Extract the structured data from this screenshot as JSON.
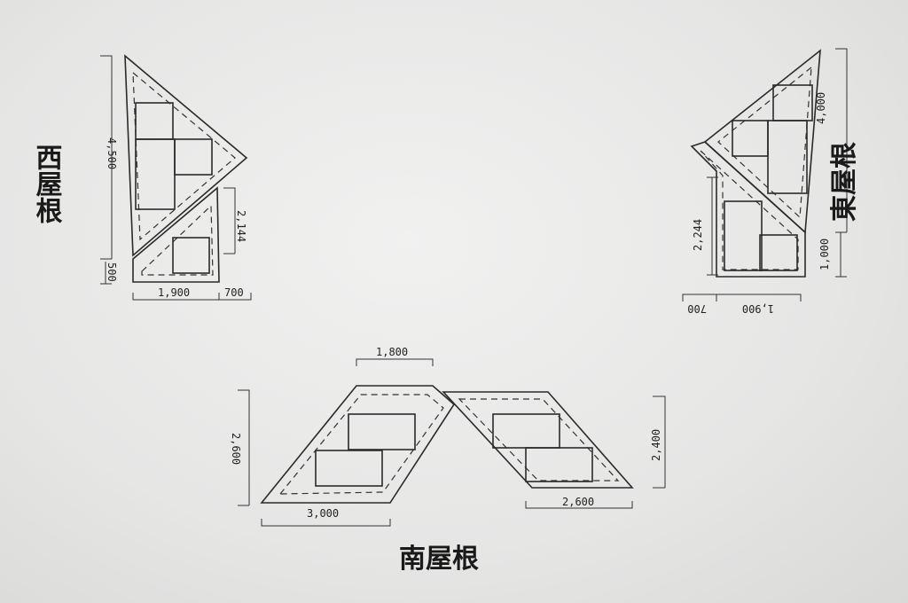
{
  "west_roof": {
    "title": "西屋根",
    "dims": {
      "height": "4,500",
      "small_height": "500",
      "lower_height": "2,144",
      "width": "1,900",
      "offset": "700"
    }
  },
  "east_roof": {
    "title": "東屋根",
    "dims": {
      "height": "4,000",
      "small_height": "1,000",
      "lower_height": "2,244",
      "width": "1,900",
      "offset": "700"
    }
  },
  "south_roof": {
    "title": "南屋根",
    "dims": {
      "top_width": "1,800",
      "left_height": "2,600",
      "left_width": "3,000",
      "right_height": "2,400",
      "right_width": "2,600"
    }
  }
}
